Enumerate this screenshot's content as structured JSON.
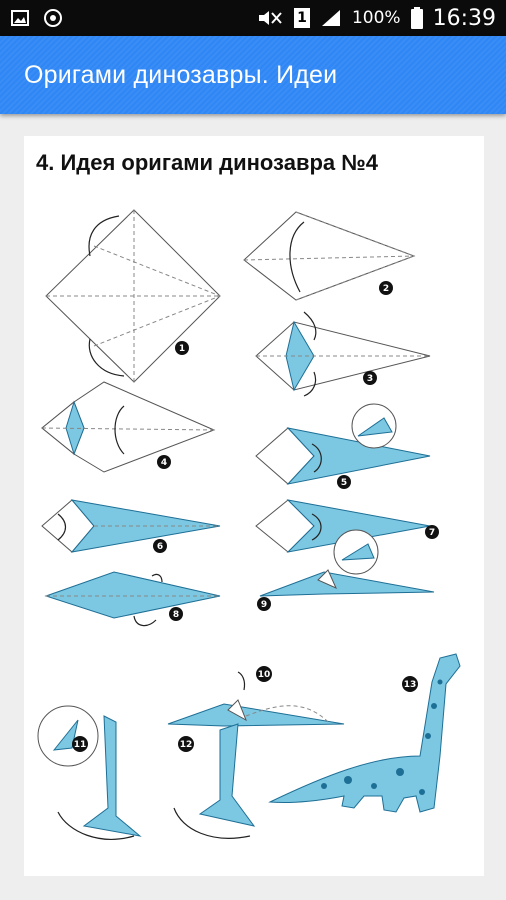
{
  "status_bar": {
    "battery_percent": "100%",
    "time": "16:39",
    "sim_slot": "1",
    "icons": [
      "gallery-icon",
      "sync-icon",
      "mute-icon",
      "sim-icon",
      "signal-icon",
      "battery-icon"
    ]
  },
  "app_bar": {
    "title": "Оригами динозавры. Идеи"
  },
  "content": {
    "heading": "4. Идея оригами динозавра №4",
    "steps": [
      "1",
      "2",
      "3",
      "4",
      "5",
      "6",
      "7",
      "8",
      "9",
      "10",
      "11",
      "12",
      "13"
    ]
  },
  "colors": {
    "app_bar": "#2f86f5",
    "paper_blue": "#7cc7e1"
  }
}
